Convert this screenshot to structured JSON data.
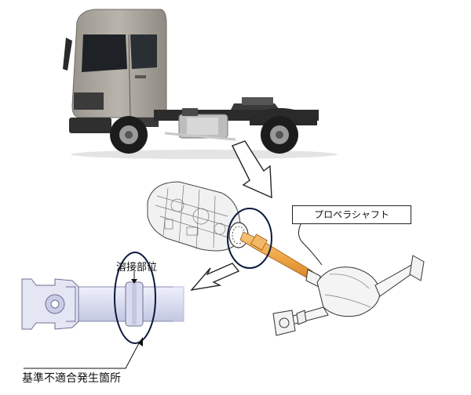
{
  "labels": {
    "propeller_shaft": "プロペラシャフト",
    "weld_location": "溶接部位",
    "nonconformity_location": "基準不適合発生箇所"
  },
  "colors": {
    "cab": "#a8a39b",
    "shaft": "#f0a94a",
    "callout_stroke": "#111111"
  }
}
